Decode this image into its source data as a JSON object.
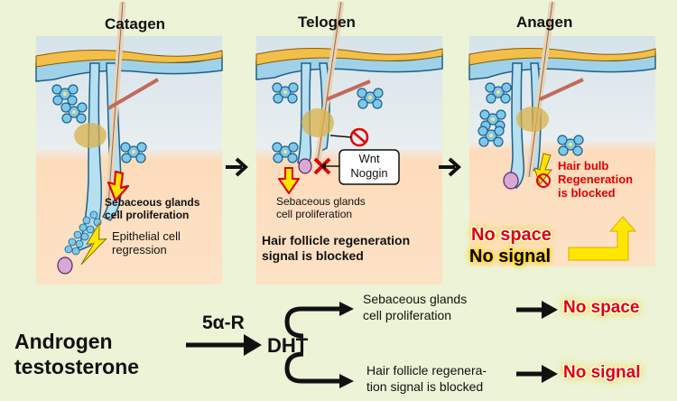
{
  "stages": [
    {
      "title": "Catagen"
    },
    {
      "title": "Telogen"
    },
    {
      "title": "Anagen"
    }
  ],
  "catagen": {
    "sebaceous": "Sebaceous glands\ncell proliferation",
    "epithelial": "Epithelial cell\nregression"
  },
  "telogen": {
    "wnt_box": "Wnt\nNoggin",
    "sebaceous": "Sebaceous glands\ncell proliferation",
    "blocked": "Hair follicle regeneration\nsignal is blocked"
  },
  "anagen": {
    "hair_bulb": "Hair bulb\nRegeneration\nis blocked",
    "no_space": "No space",
    "no_signal": "No signal"
  },
  "pathway": {
    "source": "Androgen\ntestosterone",
    "enzyme": "5α-R",
    "product": "DHT",
    "outcome_top": "Sebaceous glands\ncell proliferation",
    "outcome_bottom": "Hair follicle regenera-\ntion signal is blocked",
    "result_top": "No space",
    "result_bottom": "No signal"
  },
  "colors": {
    "background": "#ecf3d6",
    "skin": "#fcd9b8",
    "upper": "#d9e6ea",
    "epidermis": "#9fd2e8",
    "arrow_yellow": "#ffe600",
    "alert_red": "#e00000"
  }
}
